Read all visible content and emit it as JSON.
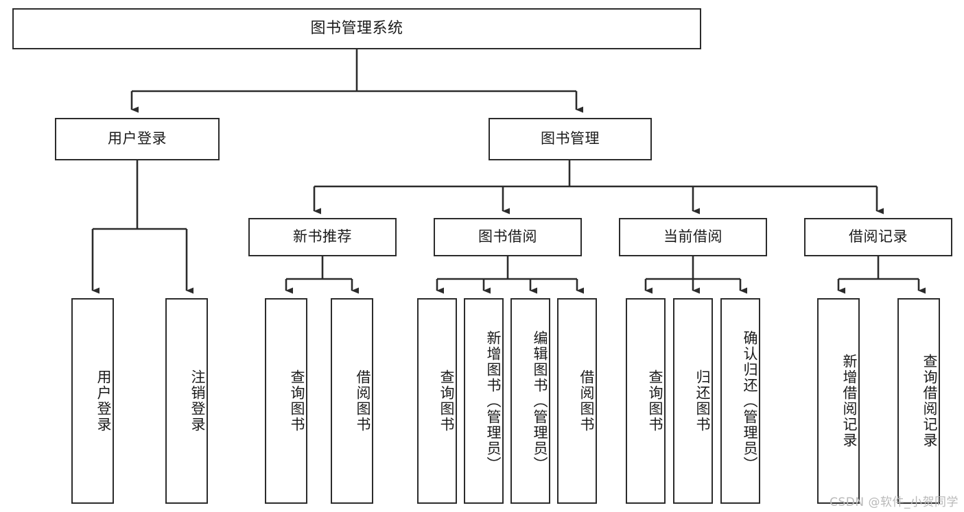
{
  "diagram": {
    "title": "图书管理系统",
    "type": "tree-hierarchy",
    "background_color": "#ffffff",
    "line_color": "#2b2b2b",
    "text_color": "#1a1a1a",
    "nodes": {
      "root": {
        "label": "图书管理系统"
      },
      "level2": [
        {
          "label": "用户登录"
        },
        {
          "label": "图书管理"
        }
      ],
      "level3": [
        {
          "label": "新书推荐"
        },
        {
          "label": "图书借阅"
        },
        {
          "label": "当前借阅"
        },
        {
          "label": "借阅记录"
        }
      ],
      "leaves": {
        "user_login": [
          {
            "label": "用户登录"
          },
          {
            "label": "注销登录"
          }
        ],
        "new_book_recommend": [
          {
            "label": "查询图书"
          },
          {
            "label": "借阅图书"
          }
        ],
        "book_borrow": [
          {
            "label": "查询图书"
          },
          {
            "label": "新增图书（管理员）"
          },
          {
            "label": "编辑图书（管理员）"
          },
          {
            "label": "借阅图书"
          }
        ],
        "current_borrow": [
          {
            "label": "查询图书"
          },
          {
            "label": "归还图书"
          },
          {
            "label": "确认归还（管理员）"
          }
        ],
        "borrow_record": [
          {
            "label": "新增借阅记录"
          },
          {
            "label": "查询借阅记录"
          }
        ]
      }
    },
    "watermark": "CSDN @软件_小贺同学"
  }
}
